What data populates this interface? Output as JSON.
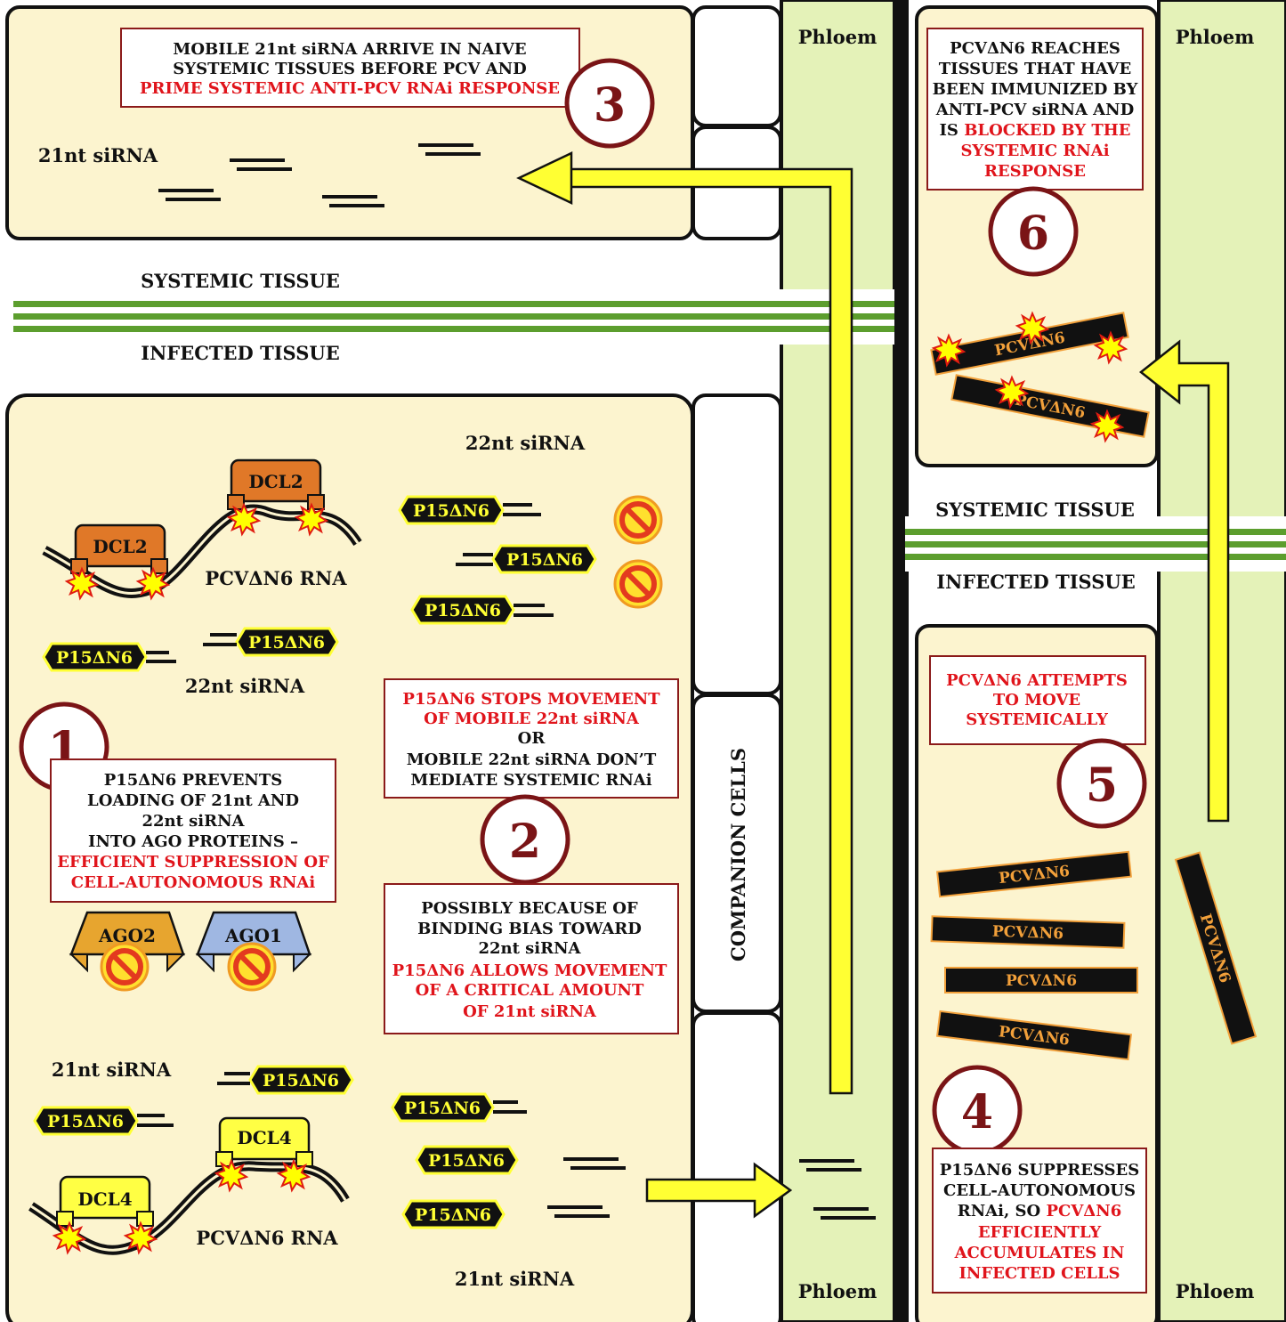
{
  "labels": {
    "phloem": "Phloem",
    "systemic_tissue": "SYSTEMIC TISSUE",
    "infected_tissue": "INFECTED TISSUE",
    "companion_cells": "COMPANION CELLS",
    "sirna_21nt": "21nt siRNA",
    "sirna_22nt": "22nt siRNA",
    "pcv_rna": "PCVΔN6 RNA",
    "pcv": "PCVΔN6",
    "p15": "P15ΔN6",
    "dcl2": "DCL2",
    "dcl4": "DCL4",
    "ago1": "AGO1",
    "ago2": "AGO2"
  },
  "steps": [
    {
      "number": "1"
    },
    {
      "number": "2"
    },
    {
      "number": "3"
    },
    {
      "number": "4"
    },
    {
      "number": "5"
    },
    {
      "number": "6"
    }
  ],
  "boxes": {
    "box1": {
      "l1": "P15ΔN6 PREVENTS",
      "l2": "LOADING OF 21nt AND",
      "l3": "22nt siRNA",
      "l4": "INTO AGO PROTEINS –",
      "l5": "EFFICIENT SUPPRESSION OF",
      "l6": "CELL-AUTONOMOUS RNAi"
    },
    "box2a": {
      "l1": "P15ΔN6 STOPS MOVEMENT",
      "l2": "OF MOBILE 22nt siRNA",
      "l3": "OR",
      "l4": "MOBILE 22nt siRNA DON’T",
      "l5": "MEDIATE SYSTEMIC RNAi"
    },
    "box2b": {
      "l1": "POSSIBLY BECAUSE OF",
      "l2": "BINDING BIAS TOWARD",
      "l3": "22nt siRNA",
      "l4": "P15ΔN6 ALLOWS MOVEMENT",
      "l5": "OF A CRITICAL AMOUNT",
      "l6": "OF 21nt siRNA"
    },
    "box3": {
      "l1": "MOBILE 21nt siRNA ARRIVE IN NAIVE",
      "l2": "SYSTEMIC TISSUES BEFORE PCV AND",
      "l3": "PRIME SYSTEMIC ANTI-PCV RNAi RESPONSE"
    },
    "box4": {
      "l1": "P15ΔN6 SUPPRESSES",
      "l2": "CELL-AUTONOMOUS",
      "l3a": "RNAi, SO ",
      "l3b": "PCVΔN6",
      "l4": "EFFICIENTLY",
      "l5": "ACCUMULATES IN",
      "l6": "INFECTED CELLS"
    },
    "box5": {
      "l1": "PCVΔN6 ATTEMPTS",
      "l2": "TO MOVE",
      "l3": "SYSTEMICALLY"
    },
    "box6": {
      "l1": "PCVΔN6 REACHES",
      "l2": "TISSUES THAT HAVE",
      "l3": "BEEN IMMUNIZED BY",
      "l4": "ANTI-PCV siRNA AND",
      "l5a": "IS ",
      "l5b": "BLOCKED BY THE",
      "l6": "SYSTEMIC RNAi",
      "l7": "RESPONSE"
    }
  },
  "colors": {
    "tissue_fill": "#fcf4cf",
    "phloem_fill": "#e4f2b8",
    "arrow_fill": "#ffff33",
    "highlight_red": "#e0141b",
    "step_number": "#7a1416",
    "dcl2_fill": "#e07828",
    "dcl4_fill": "#ffff44",
    "ago2_fill": "#e7a52f",
    "ago1_fill": "#9fb7e2",
    "boundary_green": "#5c9e2e"
  }
}
